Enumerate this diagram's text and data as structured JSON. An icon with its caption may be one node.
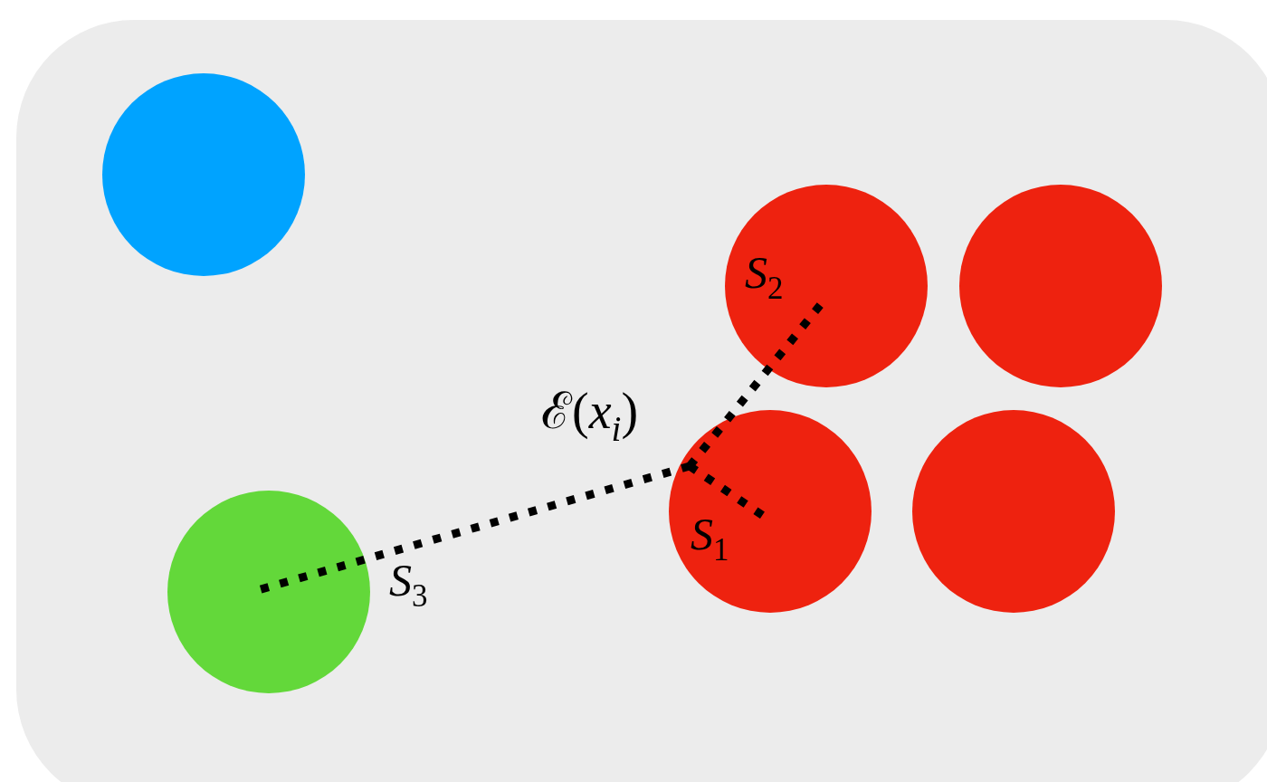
{
  "diagram": {
    "nodes": [
      {
        "text": [],
        "shape": "circle"
      },
      {
        "text": [
          "*S*$_{2}$"
        ]
      },
      {
        "text": [],
        "shape": "circle"
      },
      {
        "text": [
          "*S*$_{1}$"
        ]
      },
      {
        "text": [],
        "shape": "circle"
      },
      {
        "text": [],
        "shape": "circle",
        "beside": [
          "*S*$_{3}$"
        ]
      }
    ],
    "edges": [
      {
        "from": 3,
        "to": 5,
        "arrow": "none",
        "style": "dashed"
      },
      {
        "from": 3,
        "to": 1,
        "arrow": "none",
        "style": "dashed"
      }
    ],
    "labels": [
      "ℰ(*x*$_{i}$)"
    ]
  }
}
